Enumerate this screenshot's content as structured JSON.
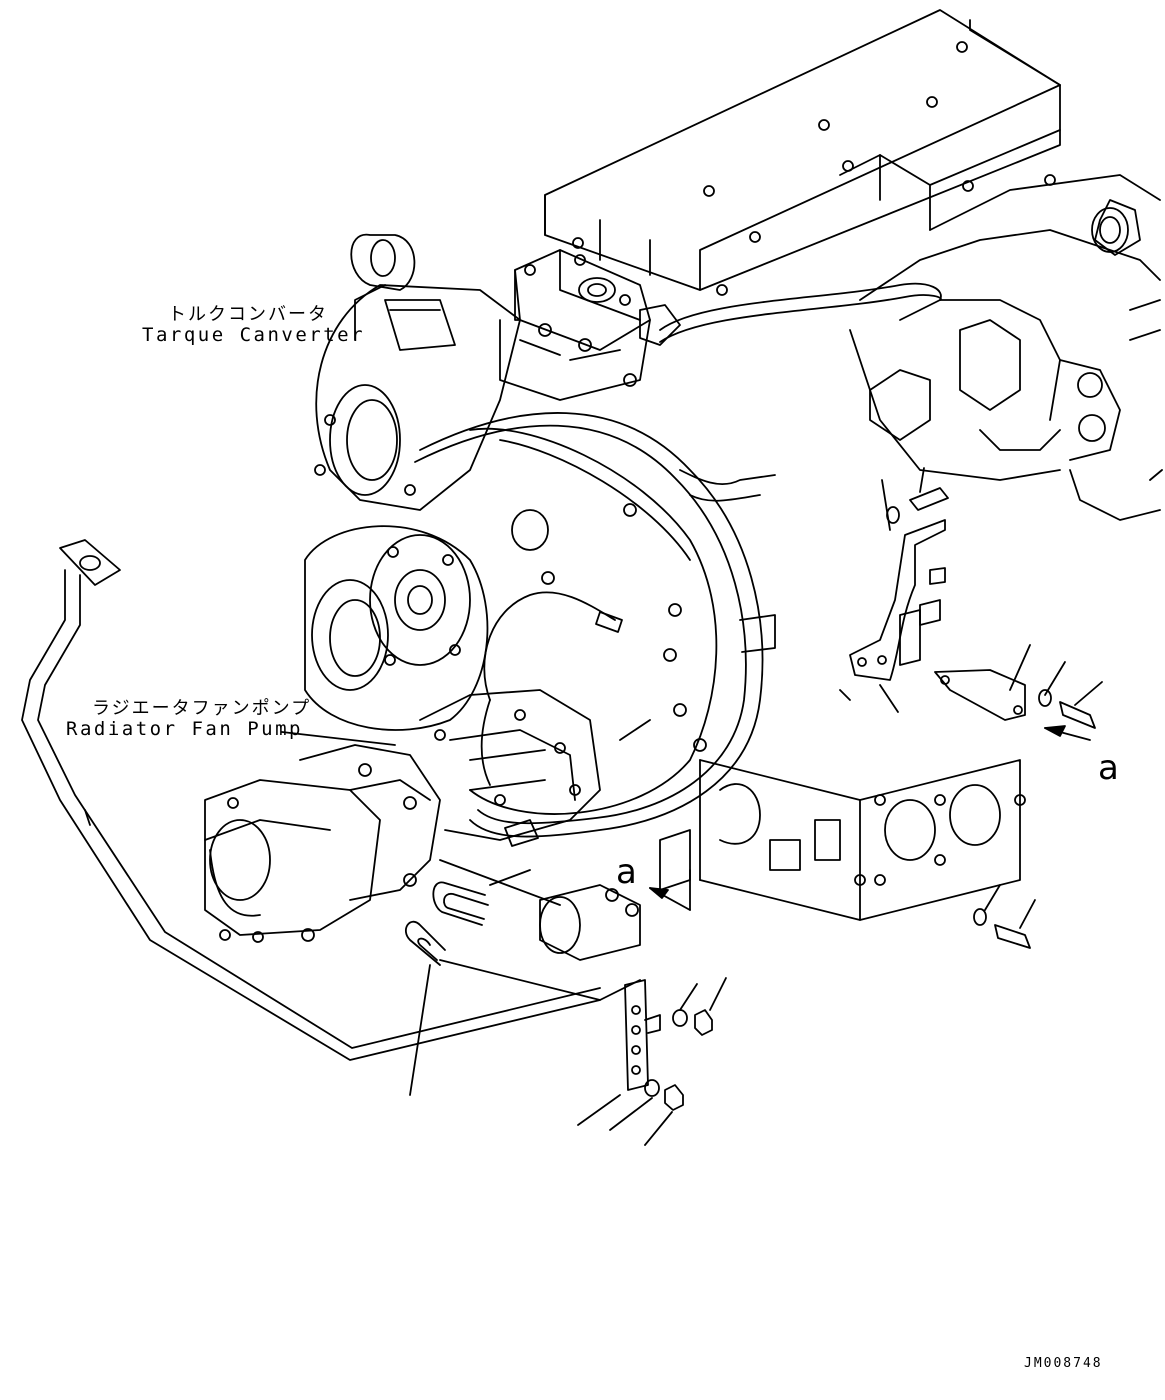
{
  "labels": {
    "torque_converter_jp": "トルクコンバータ",
    "torque_converter_en": "Tarque Canverter",
    "fan_pump_jp": "ラジエータファンポンプ",
    "fan_pump_en": "Radiator Fan Pump",
    "view_a_right": "a",
    "view_a_center": "a",
    "drawing_code": "JM008748"
  },
  "colors": {
    "line": "#000000",
    "background": "#ffffff"
  }
}
